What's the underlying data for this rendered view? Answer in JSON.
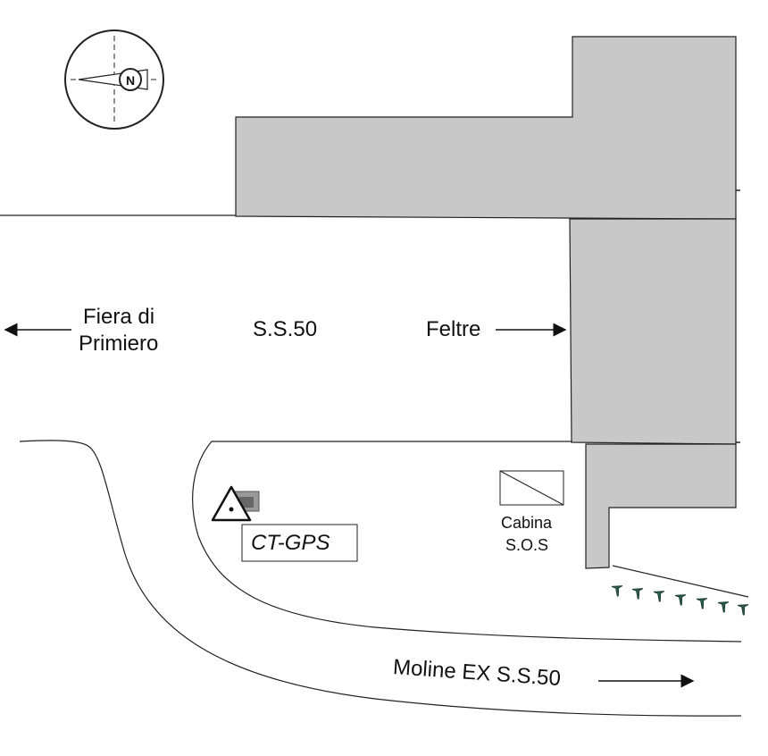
{
  "map": {
    "compass_letter": "N",
    "labels": {
      "fiera_line1": "Fiera di",
      "fiera_line2": "Primiero",
      "road_main": "S.S.50",
      "feltre": "Feltre",
      "station": "CT-GPS",
      "cabina_line1": "Cabina",
      "cabina_line2": "S.O.S",
      "moline": "Moline EX S.S.50"
    },
    "colors": {
      "building_fill": "#c8c8c8",
      "stroke": "#222222",
      "tree_green": "#2e5e4e",
      "station_box": "#777777"
    }
  }
}
